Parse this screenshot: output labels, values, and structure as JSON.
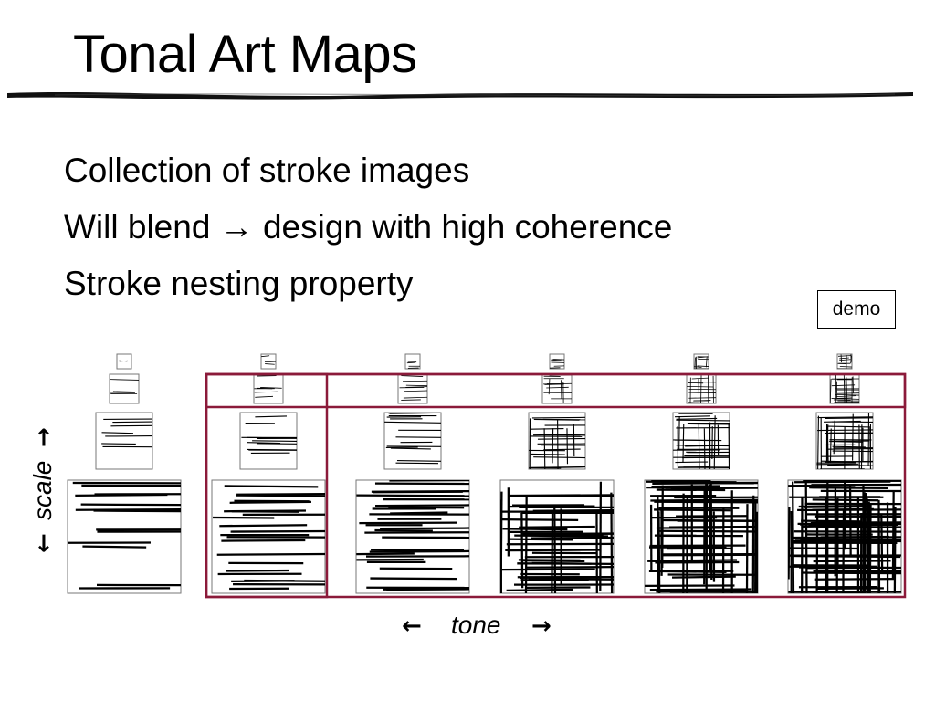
{
  "slide": {
    "title": "Tonal Art Maps",
    "bullets": [
      "Collection of stroke images",
      "Will blend → design with high coherence",
      "Stroke nesting property"
    ],
    "demo_label": "demo"
  },
  "figure": {
    "scale_label": "scale",
    "tone_label": "tone",
    "highlight_color": "#8b1a3a",
    "tone_levels": 6,
    "resolution_levels": 4,
    "stroke_color": "#000000"
  }
}
